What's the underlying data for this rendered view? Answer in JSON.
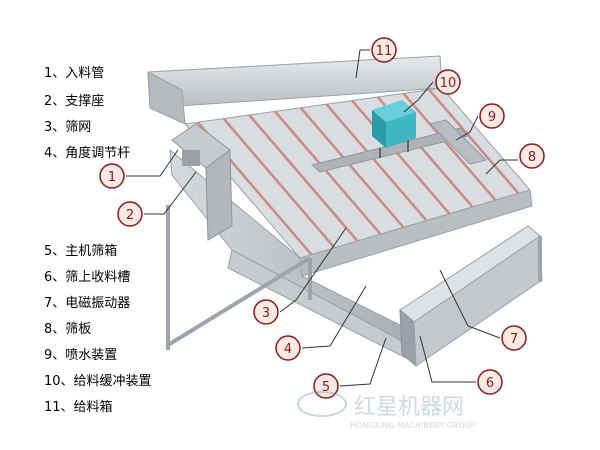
{
  "legend": [
    {
      "num": "1",
      "text": "1、入料管"
    },
    {
      "num": "2",
      "text": "2、支撑座"
    },
    {
      "num": "3",
      "text": "3、筛网"
    },
    {
      "num": "4",
      "text": "4、角度调节杆"
    },
    {
      "num": "5",
      "text": "5、主机筛箱"
    },
    {
      "num": "6",
      "text": "6、筛上收料槽"
    },
    {
      "num": "7",
      "text": "7、电磁振动器"
    },
    {
      "num": "8",
      "text": "8、筛板"
    },
    {
      "num": "9",
      "text": "9、喷水装置"
    },
    {
      "num": "10",
      "text": "10、给料缓冲装置"
    },
    {
      "num": "11",
      "text": "11、给料箱"
    }
  ],
  "callouts": [
    "1",
    "2",
    "3",
    "4",
    "5",
    "6",
    "7",
    "8",
    "9",
    "10",
    "11"
  ],
  "watermark": {
    "text": "红星机器网",
    "subtext": "HONGXING MACHINERY GROUP"
  },
  "colors": {
    "callout_stroke": "#8a1b1b",
    "callout_fill": "#fbe9e4",
    "steel": "#c9cdd1",
    "rods": "#c98a8a",
    "vibrator": "#3fb6c3"
  }
}
